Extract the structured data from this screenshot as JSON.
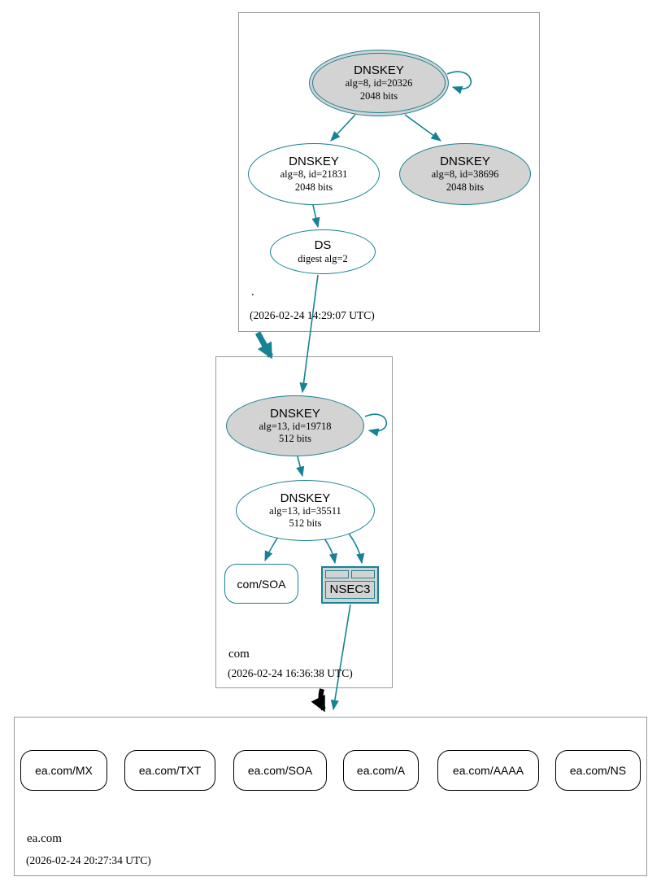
{
  "colors": {
    "teal": "#178293",
    "node_fill_gray": "#d3d3d3",
    "zone_box_border": "#9a9a9a",
    "rrset_border_black": "#000000"
  },
  "zones": {
    "root": {
      "name": ".",
      "timestamp": "(2026-02-24 14:29:07 UTC)",
      "ksk": {
        "title": "DNSKEY",
        "detail1": "alg=8, id=20326",
        "detail2": "2048 bits"
      },
      "zsk": {
        "title": "DNSKEY",
        "detail1": "alg=8, id=21831",
        "detail2": "2048 bits"
      },
      "key3": {
        "title": "DNSKEY",
        "detail1": "alg=8, id=38696",
        "detail2": "2048 bits"
      },
      "ds": {
        "title": "DS",
        "detail1": "digest alg=2"
      }
    },
    "com": {
      "name": "com",
      "timestamp": "(2026-02-24 16:36:38 UTC)",
      "ksk": {
        "title": "DNSKEY",
        "detail1": "alg=13, id=19718",
        "detail2": "512 bits"
      },
      "zsk": {
        "title": "DNSKEY",
        "detail1": "alg=13, id=35511",
        "detail2": "512 bits"
      },
      "soa": {
        "label": "com/SOA"
      },
      "nsec3": {
        "label": "NSEC3"
      }
    },
    "ea": {
      "name": "ea.com",
      "timestamp": "(2026-02-24 20:27:34 UTC)",
      "rrsets": [
        "ea.com/MX",
        "ea.com/TXT",
        "ea.com/SOA",
        "ea.com/A",
        "ea.com/AAAA",
        "ea.com/NS"
      ]
    }
  }
}
